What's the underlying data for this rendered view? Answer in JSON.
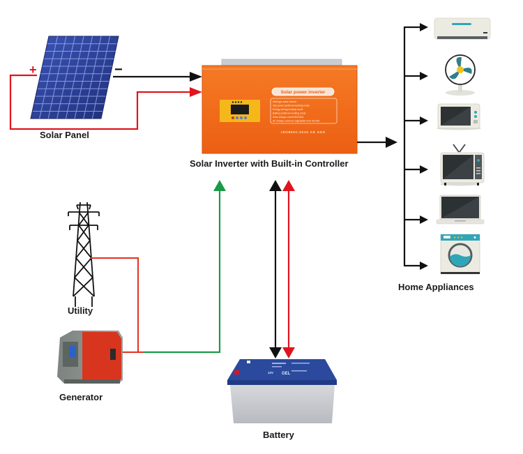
{
  "title": "Solar Inverter System Diagram",
  "components": {
    "solar_panel": {
      "label": "Solar Panel",
      "plus_sign": "+",
      "minus_sign": "−"
    },
    "inverter": {
      "label": "Solar Inverter with Built-in Controller",
      "badge_text": "Solar power inverter",
      "cert_text": "ISO9001:2015 CE SGS",
      "spec_lines": [
        "Wall type solar inverter",
        "City power preferred working mode",
        "Energy saving working mode",
        "Battery preferred working mode",
        "Solar charge current 60/120A",
        "AC charge current is adjustable from 0A-30A"
      ]
    },
    "utility": {
      "label": "Utility"
    },
    "generator": {
      "label": "Generator"
    },
    "battery": {
      "label": "Battery"
    },
    "appliances": {
      "label": "Home Appliances",
      "items": [
        "Air Conditioner",
        "Fan",
        "Microwave",
        "Television",
        "Laptop",
        "Washing Machine"
      ]
    }
  },
  "connections": [
    {
      "from": "Solar Panel (−)",
      "to": "Inverter",
      "color": "#111111"
    },
    {
      "from": "Solar Panel (+)",
      "to": "Inverter",
      "color": "#e0141e"
    },
    {
      "from": "Utility / Generator",
      "to": "Inverter",
      "color": "#1a9a46"
    },
    {
      "from": "Inverter",
      "to": "Battery",
      "color": "#111111",
      "bidirectional": true
    },
    {
      "from": "Inverter",
      "to": "Battery",
      "color": "#e0141e",
      "bidirectional": true
    },
    {
      "from": "Inverter",
      "to": "Home Appliances",
      "color": "#111111"
    }
  ],
  "colors": {
    "inverter_orange": "#f26d1f",
    "panel_blue": "#2a3f9a",
    "wire_red": "#e0141e",
    "wire_green": "#1a9a46",
    "wire_black": "#111111",
    "battery_blue": "#2b4a9e",
    "battery_gray": "#c9ccd1"
  }
}
